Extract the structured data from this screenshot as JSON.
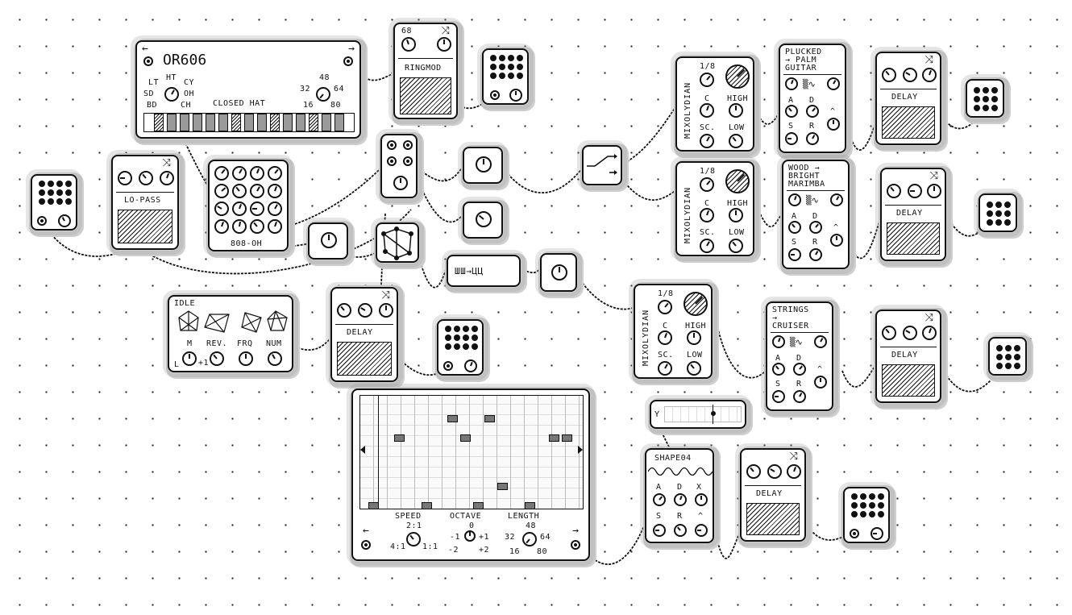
{
  "drum": {
    "title": "OR606",
    "left_arrow": "←",
    "right_arrow": "→",
    "sound_lt": "LT",
    "sound_ht": "HT",
    "sound_cy": "CY",
    "sound_sd": "SD",
    "sound_oh": "OH",
    "sound_bd": "BD",
    "sound_ch": "CH",
    "selected_sound": "CLOSED HAT",
    "len_48": "48",
    "len_32": "32",
    "len_64": "64",
    "len_16": "16",
    "len_80": "80"
  },
  "ringmod": {
    "value": "68",
    "label": "RINGMOD"
  },
  "lopass": {
    "label": "LO-PASS"
  },
  "grid808": {
    "label": "808-OH"
  },
  "idle": {
    "title": "IDLE",
    "k1": "M",
    "k2": "REV.",
    "k3": "FRQ",
    "k4": "NUM",
    "left": "L",
    "right": "+1"
  },
  "delay_mid": {
    "label": "DELAY"
  },
  "converter": {
    "label": "ШШ→ЦЦ"
  },
  "sequencer": {
    "speed_label": "SPEED",
    "speed_top": "2:1",
    "speed_left": "4:1",
    "speed_right": "1:1",
    "octave_label": "OCTAVE",
    "oct_top": "0",
    "oct_m1": "-1",
    "oct_p1": "+1",
    "oct_m2": "-2",
    "oct_p2": "+2",
    "length_label": "LENGTH",
    "len_48": "48",
    "len_32": "32",
    "len_64": "64",
    "len_16": "16",
    "len_80": "80",
    "left_arrow": "←",
    "right_arrow": "→"
  },
  "scale1": {
    "mode": "MIXOLYDIAN",
    "div": "1/8",
    "root": "C",
    "sc": "SC.",
    "high": "HIGH",
    "low": "LOW"
  },
  "scale2": {
    "mode": "MIXOLYDIAN",
    "div": "1/8",
    "root": "C",
    "sc": "SC.",
    "high": "HIGH",
    "low": "LOW"
  },
  "scale3": {
    "mode": "MIXOLYDIAN",
    "div": "1/8",
    "root": "C",
    "sc": "SC.",
    "high": "HIGH",
    "low": "LOW"
  },
  "inst1": {
    "name1": "PLUCKED",
    "name2": "→ PALM",
    "name3": "GUITAR",
    "a": "A",
    "d": "D",
    "s": "S",
    "r": "R",
    "shape": "^"
  },
  "inst2": {
    "name1": "WOOD →",
    "name2": "BRIGHT",
    "name3": "MARIMBA",
    "a": "A",
    "d": "D",
    "s": "S",
    "r": "R",
    "shape": "^"
  },
  "inst3": {
    "name1": "STRINGS",
    "name2": "→",
    "name3": "CRUISER",
    "a": "A",
    "d": "D",
    "s": "S",
    "r": "R",
    "shape": "^"
  },
  "shape": {
    "name": "SHAPE04",
    "a": "A",
    "d": "D",
    "x": "X",
    "s": "S",
    "r": "R",
    "shape": "^"
  },
  "delay1": {
    "label": "DELAY"
  },
  "delay2": {
    "label": "DELAY"
  },
  "delay3": {
    "label": "DELAY"
  },
  "delay4": {
    "label": "DELAY"
  },
  "xy": {
    "label": "Y"
  },
  "icons": {
    "shuffle": "⤨",
    "switch": "↗",
    "waves": "▒∿"
  }
}
